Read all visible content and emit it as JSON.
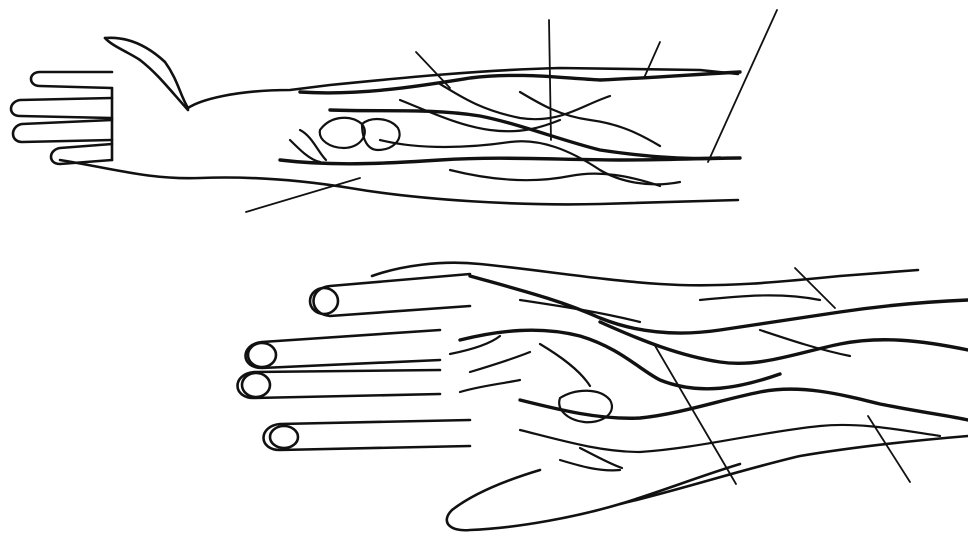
{
  "figure": {
    "labels": [],
    "stroke_color": "#111111",
    "background_color": "#ffffff",
    "panels": [
      {
        "name": "forearm-palmar-view",
        "leader_count": 5
      },
      {
        "name": "hand-dorsal-view",
        "leader_count": 3
      }
    ]
  }
}
